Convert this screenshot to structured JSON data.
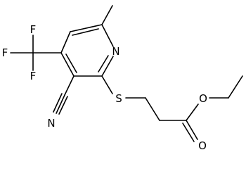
{
  "molecule": {
    "atoms": {
      "n_ring": "N",
      "s_thio": "S",
      "n_nitrile": "N",
      "o_ester": "O",
      "o_carbonyl": "O",
      "f_top": "F",
      "f_left": "F",
      "f_bottom": "F"
    }
  }
}
